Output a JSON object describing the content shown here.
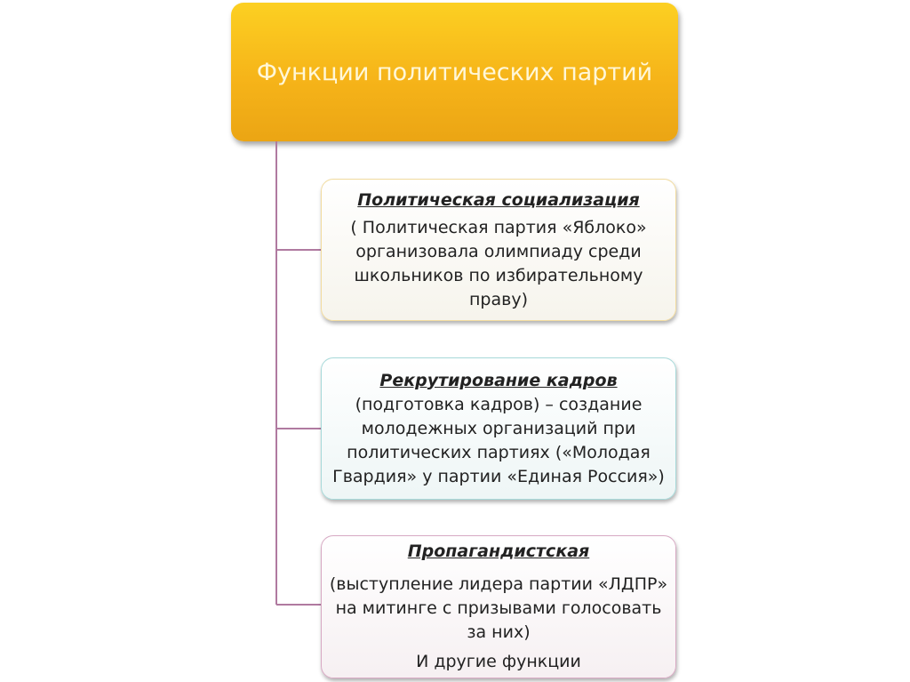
{
  "title": "Функции политических партий",
  "colors": {
    "title_fill": "#f6b419",
    "connector": "#b07aa0"
  },
  "boxes": [
    {
      "heading": "Политическая социализация",
      "text": "( Политическая партия «Яблоко» организовала олимпиаду среди школьников по избирательному праву)"
    },
    {
      "heading": "Рекрутирование кадров",
      "text": "(подготовка кадров) – создание молодежных организаций при политических партиях («Молодая Гвардия» у партии «Единая Россия»)"
    },
    {
      "heading": "Пропагандистская",
      "text": "(выступление лидера партии «ЛДПР»  на митинге с призывами голосовать за них)",
      "extra": "И другие функции"
    }
  ]
}
